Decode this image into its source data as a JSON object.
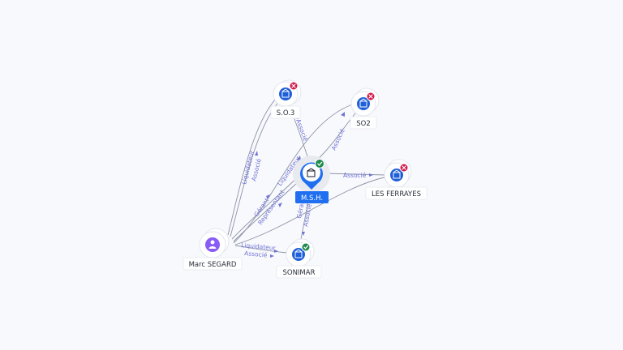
{
  "nodes": {
    "main": {
      "label": "M.S.H.",
      "icon": "building-icon",
      "status": "active"
    },
    "so3": {
      "label": "S.O.3",
      "icon": "building-icon",
      "status": "closed"
    },
    "so2": {
      "label": "SO2",
      "icon": "building-icon",
      "status": "closed"
    },
    "ferrayes": {
      "label": "LES FERRAYES",
      "icon": "building-icon",
      "status": "closed"
    },
    "sonimar": {
      "label": "SONIMAR",
      "icon": "building-icon",
      "status": "active"
    },
    "marc": {
      "label": "Marc SEGARD",
      "icon": "person-icon"
    }
  },
  "edges": {
    "marc_so3_a": "Liquidateur",
    "marc_so3_b": "Associé",
    "marc_main_a": "Gérant",
    "marc_main_b": "Représentant",
    "marc_main_c": "Liquidateur",
    "marc_sonimar_a": "Liquidateur",
    "marc_sonimar_b": "Associé",
    "main_so3": "Associé",
    "main_so2": "Associé",
    "main_ferrayes": "Associé",
    "main_sonimar_a": "Gérant",
    "main_sonimar_b": "Associé"
  },
  "colors": {
    "primary": "#1f6ff0",
    "company": "#1f5fd8",
    "person": "#8a5cf6",
    "active": "#1e8a4c",
    "closed": "#d11a4a",
    "edge_label": "#6f73d6"
  }
}
